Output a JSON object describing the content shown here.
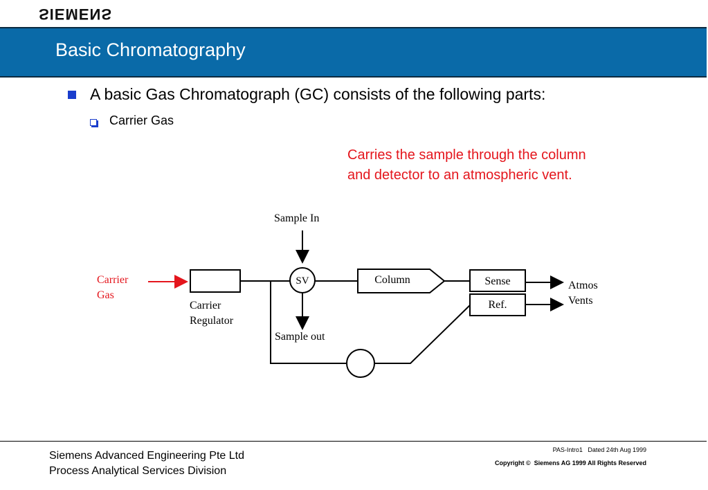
{
  "header": {
    "logo": "SIEMENS",
    "title": "Basic Chromatography"
  },
  "content": {
    "bullet_main": "A basic Gas Chromatograph (GC) consists of the following parts:",
    "bullet_sub": "Carrier Gas",
    "note_line1": "Carries the sample through the column",
    "note_line2": "and detector to an atmospheric vent."
  },
  "diagram": {
    "carrier_gas_1": "Carrier",
    "carrier_gas_2": "Gas",
    "carrier_regulator_1": "Carrier",
    "carrier_regulator_2": "Regulator",
    "sample_in": "Sample In",
    "sample_out": "Sample out",
    "sv": "SV",
    "column": "Column",
    "sense": "Sense",
    "ref": "Ref.",
    "atmos_1": "Atmos",
    "atmos_2": "Vents",
    "colors": {
      "accent": "#e4151c",
      "title_bar": "#0a6aa8"
    }
  },
  "footer": {
    "company": "Siemens Advanced Engineering Pte Ltd",
    "division": "Process Analytical Services Division",
    "ref": "PAS-Intro1   Dated 24th Aug 1999",
    "copyright": "Copyright ©  Siemens AG 1999 All Rights Reserved"
  }
}
